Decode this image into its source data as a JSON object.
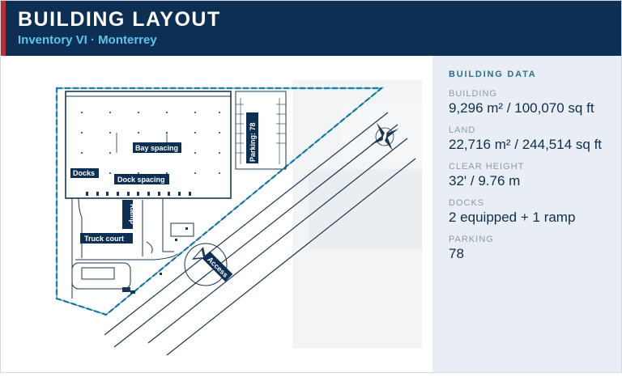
{
  "header": {
    "title": "BUILDING LAYOUT",
    "subtitle": "Inventory VI · Monterrey"
  },
  "plan": {
    "labels": {
      "bay_spacing": "Bay spacing",
      "docks": "Docks",
      "dock_spacing": "Dock spacing",
      "ramp": "Ramp",
      "truck_court": "Truck court",
      "parking": "Parking: 78",
      "access": "Access"
    }
  },
  "panel": {
    "title": "BUILDING DATA",
    "stats": [
      {
        "label": "BUILDING",
        "value": "9,296 m² / 100,070 sq ft"
      },
      {
        "label": "LAND",
        "value": "22,716 m² / 244,514 sq ft"
      },
      {
        "label": "CLEAR HEIGHT",
        "value": "32' / 9.76 m"
      },
      {
        "label": "DOCKS",
        "value": "2 equipped + 1 ramp"
      },
      {
        "label": "PARKING",
        "value": "78"
      }
    ]
  },
  "colors": {
    "header_bg": "#0c2f53",
    "accent_bar": "#b5303a",
    "subtitle": "#5fc4ee",
    "panel_bg": "#e8eef4",
    "boundary": "#2aaee0"
  },
  "icons": [
    "compass-rose-icon",
    "access-arrow-icon"
  ]
}
